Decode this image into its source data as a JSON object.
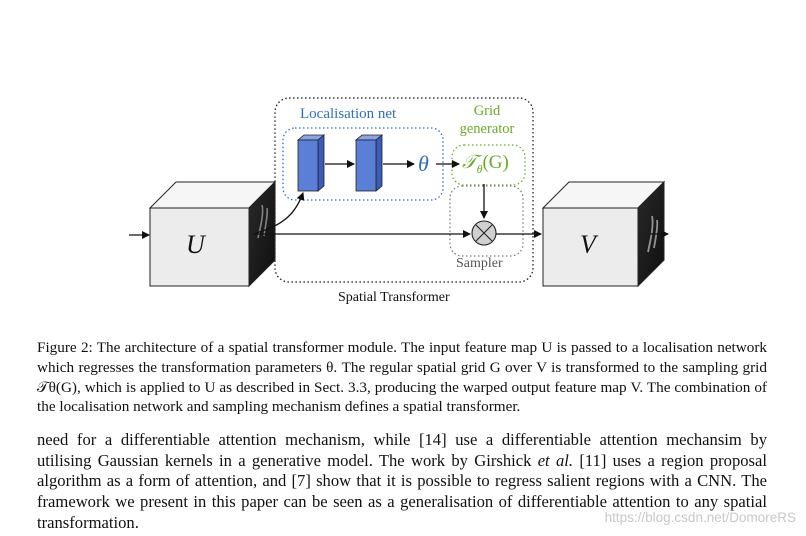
{
  "figure": {
    "localisation_title": "Localisation net",
    "grid_generator_title": "Grid generator",
    "sampler_title": "Sampler",
    "spatial_transformer_title": "Spatial Transformer",
    "theta_symbol": "θ",
    "transform_symbol": "𝒯",
    "transform_subscript": "θ",
    "transform_arg": "(G)",
    "input_map_label": "U",
    "output_map_label": "V",
    "colors": {
      "localisation": "#2f6fbd",
      "grid_generator": "#6aaa2a",
      "layer_fill": "#5b7fd6",
      "cube_front": "#ececec",
      "cube_side": "#1a1a1a"
    }
  },
  "caption": {
    "prefix": "Figure 2:",
    "text": "The architecture of a spatial transformer module. The input feature map U is passed to a localisation network which regresses the transformation parameters θ. The regular spatial grid G over V is transformed to the sampling grid 𝒯θ(G), which is applied to U as described in Sect. 3.3, producing the warped output feature map V. The combination of the localisation network and sampling mechanism defines a spatial transformer."
  },
  "body": {
    "part1": "need for a differentiable attention mechanism, while [14] use a differentiable attention mechansim by utilising Gaussian kernels in a generative model. The work by Girshick",
    "et_al": "et al.",
    "part2": "[11] uses a region proposal algorithm as a form of attention, and [7] show that it is possible to regress salient regions with a CNN. The framework we present in this paper can be seen as a generalisation of differentiable attention to any spatial transformation."
  },
  "watermark": "https://blog.csdn.net/DomoreRS"
}
